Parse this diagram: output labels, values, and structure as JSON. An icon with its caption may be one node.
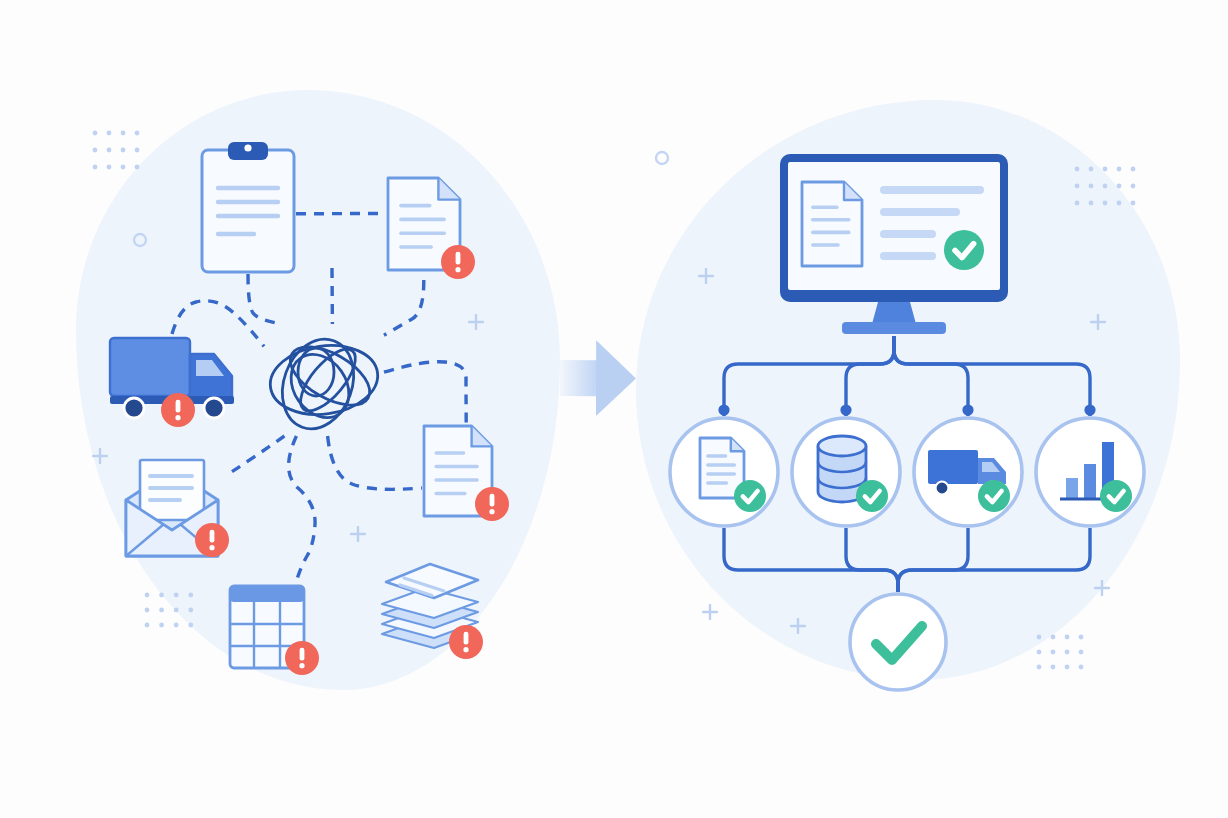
{
  "diagram": {
    "nodes": [
      {
        "text": [],
        "shape": "cloud"
      },
      {
        "text": [],
        "shape": "picture",
        "in": 0
      },
      {
        "text": [],
        "shape": "picture",
        "in": 0
      },
      {
        "text": [],
        "shape": "picture",
        "in": 0
      },
      {
        "text": [],
        "shape": "picture",
        "in": 0
      },
      {
        "text": [],
        "shape": "picture",
        "in": 0
      },
      {
        "text": [],
        "shape": "picture",
        "in": 0
      },
      {
        "text": [],
        "shape": "picture",
        "in": 0
      },
      {
        "text": [],
        "shape": "picture",
        "in": 0
      },
      {
        "text": [],
        "shape": "cloud"
      },
      {
        "text": [],
        "shape": "picture",
        "in": 9
      },
      {
        "text": [],
        "shape": "circle",
        "in": 9
      },
      {
        "text": [],
        "shape": "circle",
        "in": 9
      },
      {
        "text": [],
        "shape": "circle",
        "in": 9
      },
      {
        "text": [],
        "shape": "circle",
        "in": 9
      },
      {
        "text": [],
        "shape": "circle",
        "in": 9
      }
    ],
    "edges": [
      {
        "from": 1,
        "to": 2,
        "arrow": "none",
        "style": "dashed"
      },
      {
        "from": 1,
        "to": 4,
        "arrow": "none",
        "style": "dashed"
      },
      {
        "from": 3,
        "to": 4,
        "arrow": "none",
        "style": "dashed"
      },
      {
        "from": null,
        "to": 4,
        "arrow": "none",
        "style": "dashed"
      },
      {
        "from": 2,
        "to": 4,
        "arrow": "none",
        "style": "dashed"
      },
      {
        "from": 4,
        "to": 5,
        "arrow": "none",
        "style": "dashed"
      },
      {
        "from": 4,
        "to": 5,
        "arrow": "none",
        "style": "dashed"
      },
      {
        "from": 6,
        "to": 4,
        "arrow": "none",
        "style": "dashed"
      },
      {
        "from": 4,
        "to": 7,
        "arrow": "none",
        "style": "dashed"
      },
      {
        "from": 0,
        "to": 9,
        "arrow": "to",
        "style": "thick",
        "color": "#b9d0f3"
      },
      {
        "from": 10,
        "to": 11,
        "arrow": "other"
      },
      {
        "from": 10,
        "to": 12,
        "arrow": "other"
      },
      {
        "from": 10,
        "to": 13,
        "arrow": "other"
      },
      {
        "from": 10,
        "to": 14,
        "arrow": "other"
      },
      {
        "from": 11,
        "to": 15,
        "arrow": "none"
      },
      {
        "from": 12,
        "to": 15,
        "arrow": "none"
      },
      {
        "from": 13,
        "to": 15,
        "arrow": "none"
      },
      {
        "from": 14,
        "to": 15,
        "arrow": "none"
      }
    ]
  }
}
